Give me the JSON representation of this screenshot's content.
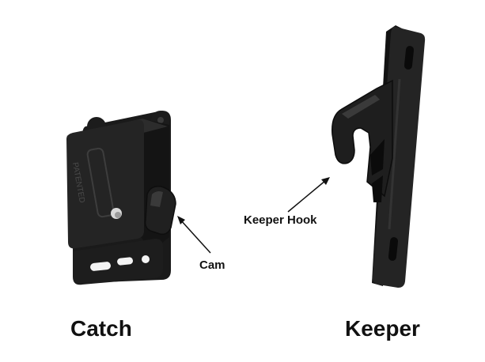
{
  "parts": {
    "catch": {
      "caption": "Catch",
      "marking": "PATENTED"
    },
    "keeper": {
      "caption": "Keeper"
    }
  },
  "callouts": {
    "cam": "Cam",
    "keeper_hook": "Keeper Hook"
  },
  "colors": {
    "part_body": "#1f1f1f",
    "part_shadow": "#0d0d0d",
    "part_highlight": "#3b3b3b",
    "text": "#111111"
  }
}
